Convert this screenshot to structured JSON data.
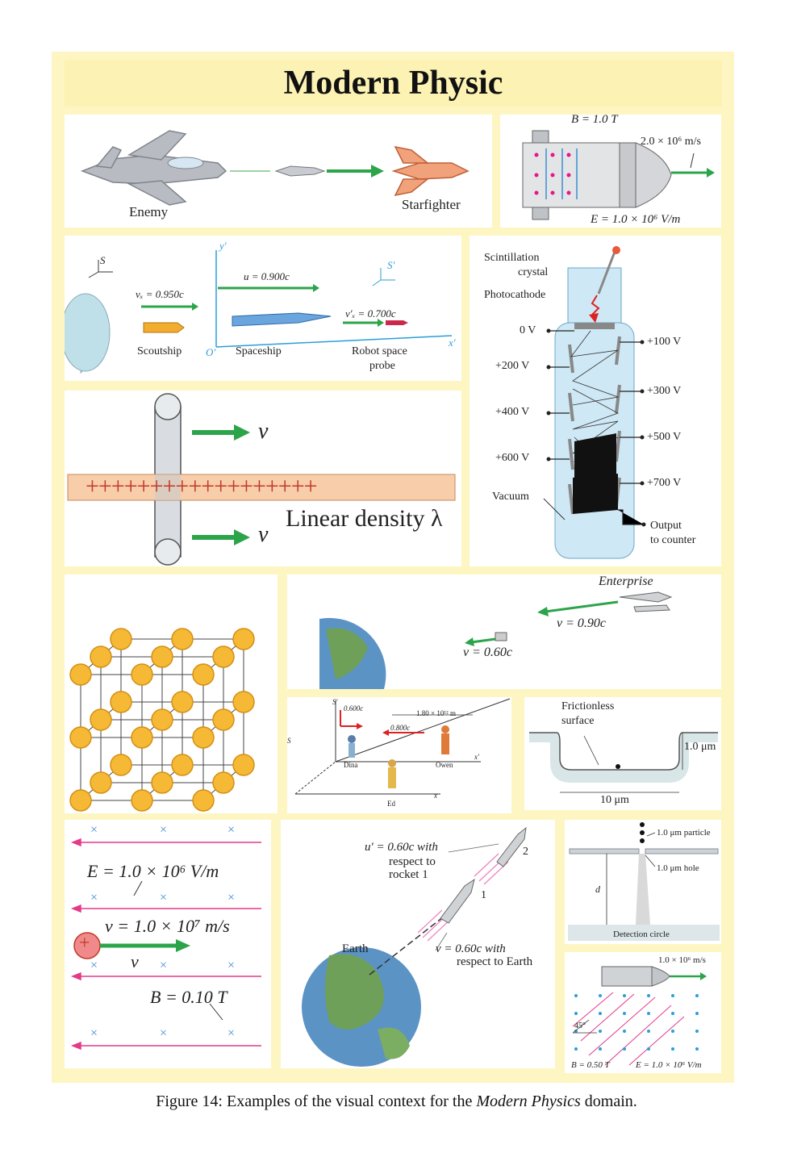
{
  "title": "Modern Physic",
  "caption": {
    "prefix": "Figure 14: Examples of the visual context for the ",
    "emph": "Modern Physics",
    "suffix": " domain."
  },
  "p1": {
    "enemy": "Enemy",
    "starfighter": "Starfighter"
  },
  "p2": {
    "b": "B = 1.0 T",
    "speed": "2.0 × 10⁶ m/s",
    "e": "E = 1.0 × 10⁶ V/m"
  },
  "p3": {
    "s": "S",
    "sprime": "S′",
    "yprime": "y′",
    "xprime": "x′",
    "oprime": "O′",
    "u": "u = 0.900c",
    "vx": "vₓ = 0.950c",
    "vxp": "v′ₓ = 0.700c",
    "scoutship": "Scoutship",
    "spaceship": "Spaceship",
    "probe1": "Robot space",
    "probe2": "probe"
  },
  "p4": {
    "scint1": "Scintillation",
    "scint2": "crystal",
    "photocathode": "Photocathode",
    "v0": "0 V",
    "v200": "+200 V",
    "v400": "+400 V",
    "v600": "+600 V",
    "v100": "+100 V",
    "v300": "+300 V",
    "v500": "+500 V",
    "v700": "+700 V",
    "vacuum": "Vacuum",
    "output1": "Output",
    "output2": "to counter"
  },
  "p5": {
    "plus": "++++++++++++++++++",
    "v": "v⃗",
    "linear": "Linear density λ"
  },
  "p7": {
    "enterprise": "Enterprise",
    "v90": "v = 0.90c",
    "v60": "v = 0.60c"
  },
  "p8": {
    "sprime": "S′",
    "s": "S",
    "v600": "0.600c",
    "v800": "0.800c",
    "dist": "1.80 × 10¹² m",
    "dina": "Dina",
    "owen": "Owen",
    "ed": "Ed",
    "x": "x",
    "xprime": "x′"
  },
  "p9": {
    "fric1": "Frictionless",
    "fric2": "surface",
    "height": "1.0 μm",
    "width": "10 μm"
  },
  "p10": {
    "e": "E = 1.0 × 10⁶ V/m",
    "v": "v = 1.0 × 10⁷ m/s",
    "vvec": "v⃗",
    "b": "B = 0.10 T",
    "plus": "+",
    "cross": "×"
  },
  "p11": {
    "u1": "u′ = 0.60c with",
    "u2": "respect to",
    "u3": "rocket 1",
    "earth": "Earth",
    "r1": "1",
    "r2": "2",
    "v1": "v = 0.60c with",
    "v2": "respect to Earth"
  },
  "p12": {
    "particle": "1.0 μm particle",
    "hole": "1.0 μm hole",
    "d": "d",
    "circle": "Detection circle"
  },
  "p13": {
    "speed": "1.0 × 10⁶ m/s",
    "angle": "45°",
    "b": "B = 0.50 T",
    "e": "E = 1.0 × 10⁶ V/m"
  }
}
